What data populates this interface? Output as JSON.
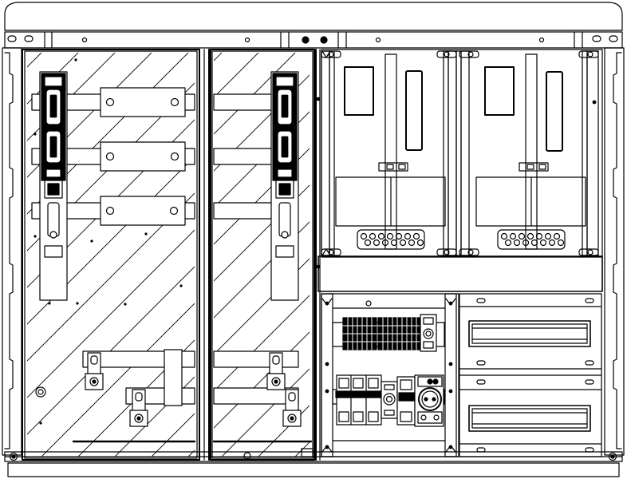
{
  "drawing": {
    "type": "technical-line-drawing",
    "subject": "electrical-distribution-cabinet-front-view",
    "line_color": "#000000",
    "background_color": "#ffffff",
    "hatch_color": "#000000",
    "fill_dark": "#000000",
    "fill_light": "#ffffff"
  },
  "left_section": {
    "compartments": [
      {
        "id": "compartment-1",
        "fuse_switch_count": 1,
        "busbar_count": 3,
        "cable_clamp_count": 2,
        "hatched": true
      },
      {
        "id": "compartment-2",
        "fuse_switch_count": 1,
        "busbar_count": 3,
        "cable_clamp_count": 2,
        "hatched": true
      }
    ]
  },
  "right_section": {
    "meter_bays": 2,
    "terminal_strip_terminals": 16,
    "din_rail_count": 2,
    "fuse_block_poles": 3,
    "has_socket_outlet": true
  }
}
